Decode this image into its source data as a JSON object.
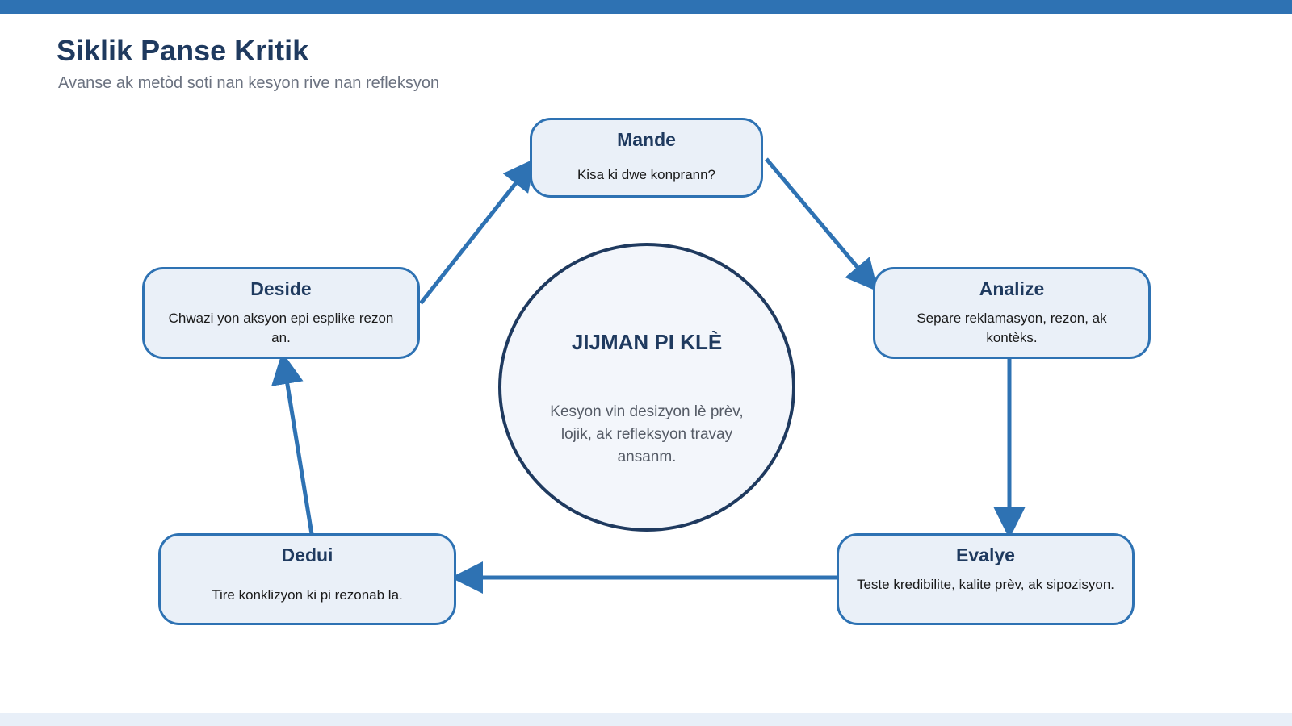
{
  "header": {
    "title": "Siklik Panse Kritik",
    "subtitle": "Avanse ak metòd soti nan kesyon rive nan refleksyon"
  },
  "center": {
    "title": "JIJMAN PI KLÈ",
    "description": "Kesyon vin desizyon lè prèv, lojik, ak refleksyon travay ansanm."
  },
  "steps": [
    {
      "title": "Mande",
      "description": "Kisa ki dwe konprann?"
    },
    {
      "title": "Analize",
      "description": "Separe reklamasyon, rezon, ak kontèks."
    },
    {
      "title": "Evalye",
      "description": "Teste kredibilite, kalite prèv, ak sipozisyon."
    },
    {
      "title": "Dedui",
      "description": "Tire konklizyon ki pi rezonab la."
    },
    {
      "title": "Deside",
      "description": "Chwazi yon aksyon epi esplike rezon an."
    }
  ],
  "colors": {
    "accent": "#2e72b3",
    "dark": "#1f3a5f",
    "node_fill": "#eaf0f8",
    "center_fill": "#f3f6fb",
    "bottom_band": "#e8eff8"
  }
}
